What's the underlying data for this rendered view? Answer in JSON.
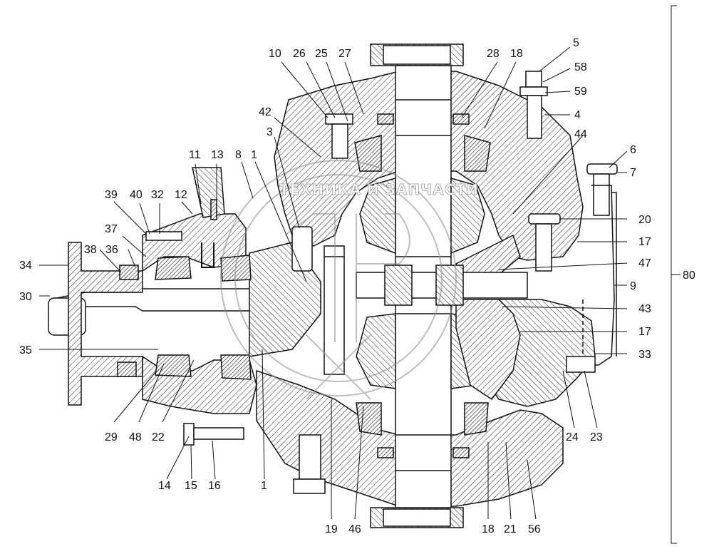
{
  "watermark": {
    "text": "ТЕХНИКА И ЗАПЧАСТИ"
  },
  "labels": [
    {
      "id": "l10",
      "text": "10"
    },
    {
      "id": "l26",
      "text": "26"
    },
    {
      "id": "l25",
      "text": "25"
    },
    {
      "id": "l27",
      "text": "27"
    },
    {
      "id": "l28",
      "text": "28"
    },
    {
      "id": "l18a",
      "text": "18"
    },
    {
      "id": "l5",
      "text": "5"
    },
    {
      "id": "l58",
      "text": "58"
    },
    {
      "id": "l59",
      "text": "59"
    },
    {
      "id": "l4",
      "text": "4"
    },
    {
      "id": "l42",
      "text": "42"
    },
    {
      "id": "l3",
      "text": "3"
    },
    {
      "id": "l44",
      "text": "44"
    },
    {
      "id": "l6",
      "text": "6"
    },
    {
      "id": "l7",
      "text": "7"
    },
    {
      "id": "l11",
      "text": "11"
    },
    {
      "id": "l13",
      "text": "13"
    },
    {
      "id": "l8",
      "text": "8"
    },
    {
      "id": "l1a",
      "text": "1"
    },
    {
      "id": "l39",
      "text": "39"
    },
    {
      "id": "l40",
      "text": "40"
    },
    {
      "id": "l32",
      "text": "32"
    },
    {
      "id": "l12",
      "text": "12"
    },
    {
      "id": "l20",
      "text": "20"
    },
    {
      "id": "l37",
      "text": "37"
    },
    {
      "id": "l17a",
      "text": "17"
    },
    {
      "id": "l34",
      "text": "34"
    },
    {
      "id": "l38",
      "text": "38"
    },
    {
      "id": "l36",
      "text": "36"
    },
    {
      "id": "l47",
      "text": "47"
    },
    {
      "id": "l80",
      "text": "80"
    },
    {
      "id": "l30",
      "text": "30"
    },
    {
      "id": "l9",
      "text": "9"
    },
    {
      "id": "l43",
      "text": "43"
    },
    {
      "id": "l17b",
      "text": "17"
    },
    {
      "id": "l35",
      "text": "35"
    },
    {
      "id": "l33",
      "text": "33"
    },
    {
      "id": "l29",
      "text": "29"
    },
    {
      "id": "l48",
      "text": "48"
    },
    {
      "id": "l22",
      "text": "22"
    },
    {
      "id": "l24",
      "text": "24"
    },
    {
      "id": "l23",
      "text": "23"
    },
    {
      "id": "l14",
      "text": "14"
    },
    {
      "id": "l15",
      "text": "15"
    },
    {
      "id": "l16",
      "text": "16"
    },
    {
      "id": "l1b",
      "text": "1"
    },
    {
      "id": "l19",
      "text": "19"
    },
    {
      "id": "l46",
      "text": "46"
    },
    {
      "id": "l18b",
      "text": "18"
    },
    {
      "id": "l21",
      "text": "21"
    },
    {
      "id": "l56",
      "text": "56"
    }
  ]
}
